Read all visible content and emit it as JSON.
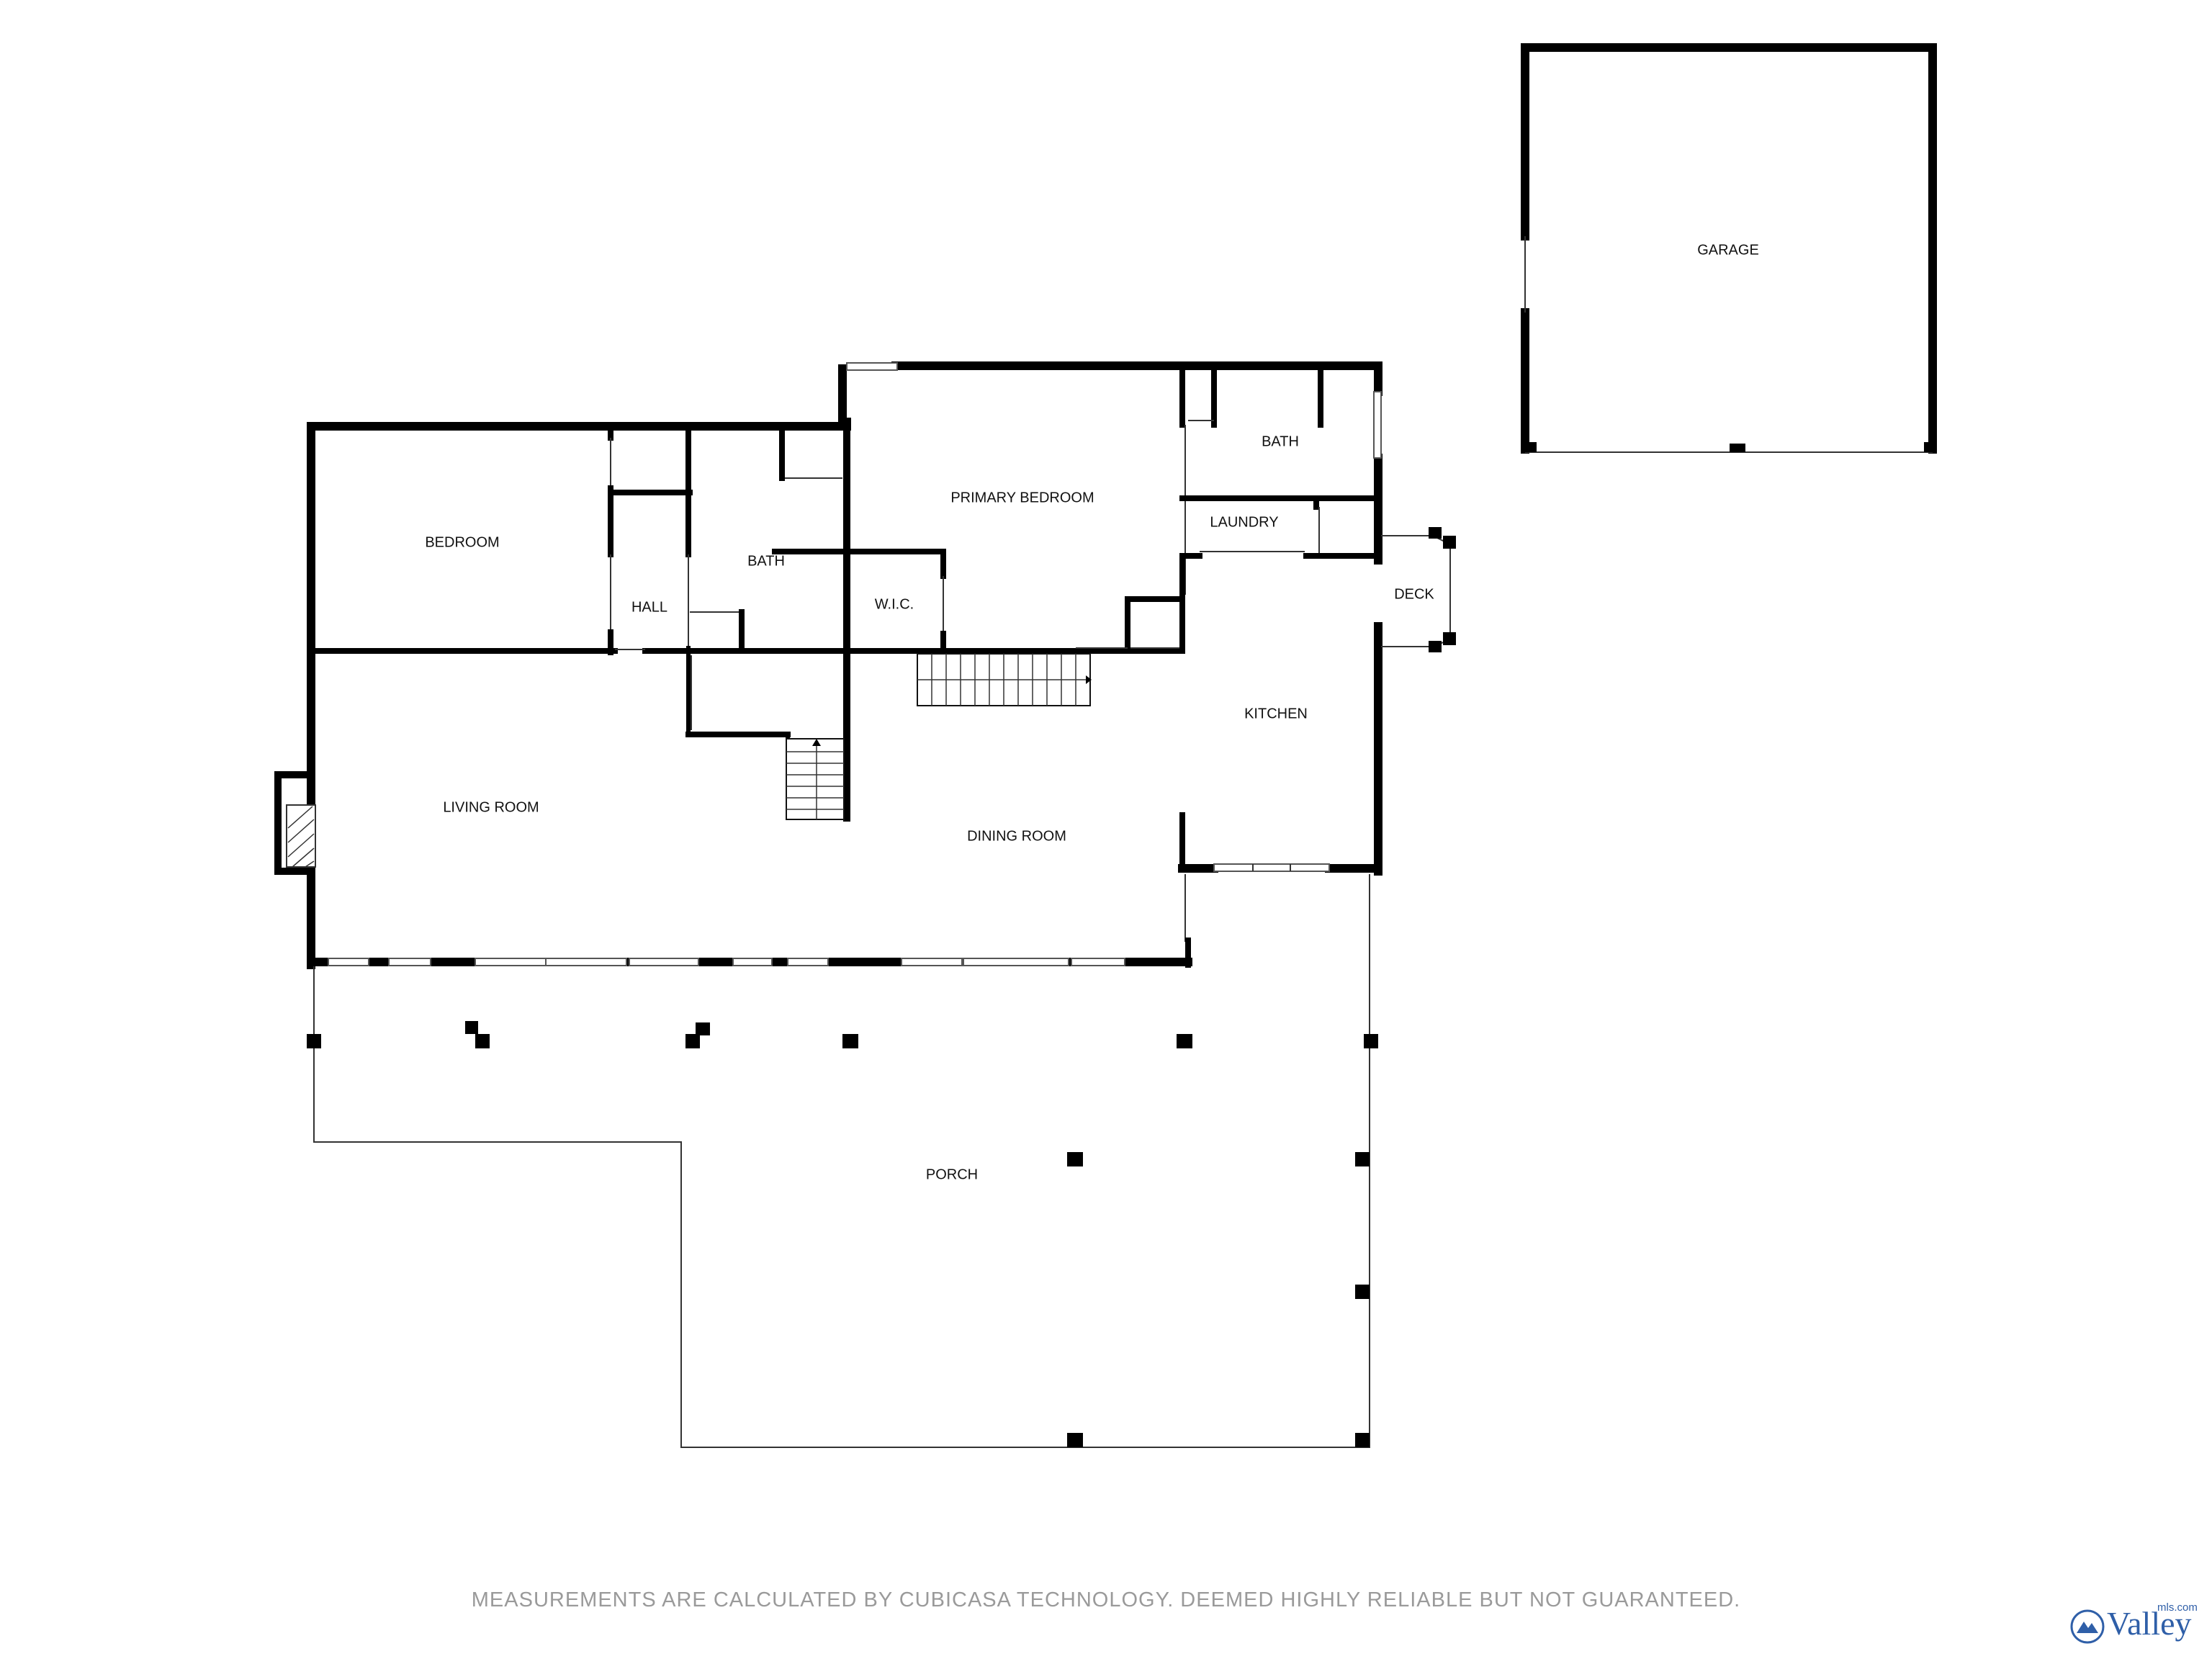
{
  "rooms": {
    "garage": "GARAGE",
    "bath_upper": "BATH",
    "primary_bedroom": "PRIMARY BEDROOM",
    "laundry": "LAUNDRY",
    "deck": "DECK",
    "bedroom": "BEDROOM",
    "bath": "BATH",
    "hall": "HALL",
    "wic": "W.I.C.",
    "kitchen": "KITCHEN",
    "living_room": "LIVING ROOM",
    "dining_room": "DINING ROOM",
    "porch": "PORCH"
  },
  "footer": {
    "disclaimer": "MEASUREMENTS ARE CALCULATED BY CUBICASA TECHNOLOGY. DEEMED HIGHLY RELIABLE BUT NOT GUARANTEED."
  },
  "logo": {
    "name": "Valley",
    "suffix": "mls.com"
  },
  "colors": {
    "wall": "#000000",
    "footer_text": "#9a9a9a",
    "logo": "#2f5fa8"
  }
}
